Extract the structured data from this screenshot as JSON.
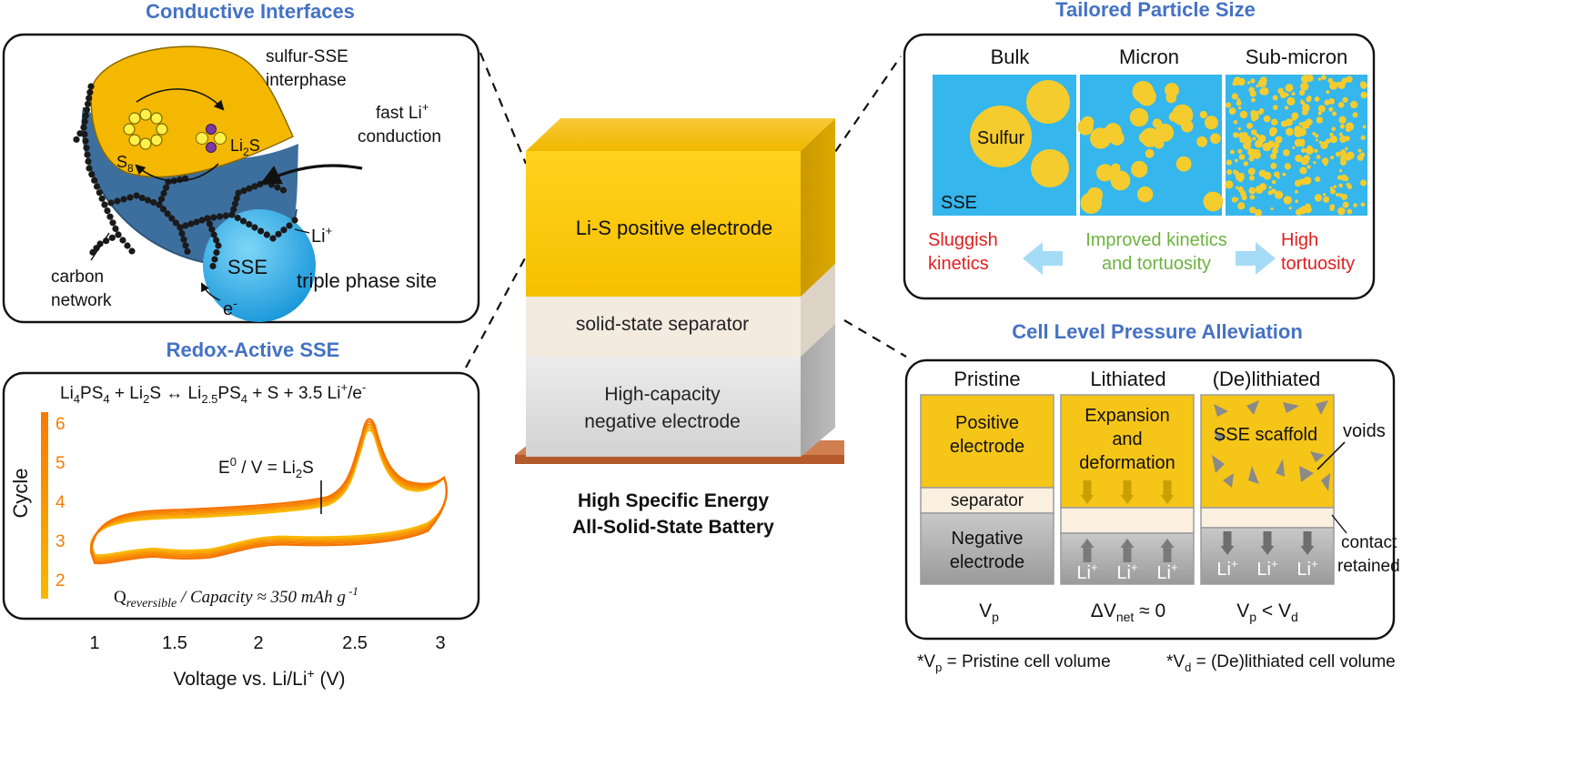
{
  "conductive": {
    "title": "Conductive Interfaces",
    "interphase_l1": "sulfur-SSE",
    "interphase_l2": "interphase",
    "fast_l1": "fast Li",
    "fast_sup": "+",
    "fast_l2": "conduction",
    "s8_main": "S",
    "s8_sub": "8",
    "li2s_a": "Li",
    "li2s_sub": "2",
    "li2s_b": "S",
    "liplus_main": "Li",
    "liplus_sup": "+",
    "sse": "SSE",
    "triple": "triple phase site",
    "carbon_l1": "carbon",
    "carbon_l2": "network",
    "electron_main": "e",
    "electron_sup": "-"
  },
  "redox": {
    "title": "Redox-Active SSE",
    "eq": {
      "a1": "Li",
      "a1s": "4",
      "a2": "PS",
      "a2s": "4",
      "b1": " + Li",
      "b1s": "2",
      "b2": "S ↔ Li",
      "b2s": "2.5",
      "c1": "PS",
      "c1s": "4",
      "c2": " + S + 3.5 Li",
      "c2sup": "+",
      "c3": "/e",
      "c3sup": "-"
    },
    "e0_a": "E",
    "e0_sup": "0",
    "e0_b": " / V =  Li",
    "e0_sub": "2",
    "e0_c": "S",
    "q_main": "Q",
    "q_sub": "reversible",
    "q_rest": " / Capacity ≈ 350 mAh g",
    "q_sup": " -1",
    "cycle_label": "Cycle",
    "cycle_ticks": [
      "6",
      "5",
      "4",
      "3",
      "2"
    ],
    "x_ticks": [
      "1",
      "1.5",
      "2",
      "2.5",
      "3"
    ],
    "xlabel_main": "Voltage vs. Li/Li",
    "xlabel_sup": "+",
    "xlabel_tail": " (V)"
  },
  "battery": {
    "positive": "Li-S positive electrode",
    "separator": "solid-state separator",
    "negative_l1": "High-capacity",
    "negative_l2": "negative electrode",
    "caption_l1": "High Specific Energy",
    "caption_l2": "All-Solid-State Battery"
  },
  "particle": {
    "title": "Tailored Particle Size",
    "cols": [
      "Bulk",
      "Micron",
      "Sub-micron"
    ],
    "sulfur": "Sulfur",
    "sse": "SSE",
    "sluggish_l1": "Sluggish",
    "sluggish_l2": "kinetics",
    "improved_l1": "Improved kinetics",
    "improved_l2": "and tortuosity",
    "high_l1": "High",
    "high_l2": "tortuosity"
  },
  "pressure": {
    "title": "Cell Level Pressure Alleviation",
    "cols": [
      "Pristine",
      "Lithiated",
      "(De)lithiated"
    ],
    "pos_l1": "Positive",
    "pos_l2": "electrode",
    "sep": "separator",
    "neg_l1": "Negative",
    "neg_l2": "electrode",
    "exp_l1": "Expansion",
    "exp_l2": "and",
    "exp_l3": "deformation",
    "scaffold": "SSE scaffold",
    "voids": "voids",
    "contact_l1": "contact",
    "contact_l2": "retained",
    "li_main": "Li",
    "li_sup": "+",
    "vp_main": "V",
    "vp_sub": "p",
    "dv_main": "ΔV",
    "dv_sub": "net",
    "dv_rest": " ≈ 0",
    "ineq_a": "V",
    "ineq_as": "p",
    "ineq_b": " < V",
    "ineq_bs": "d",
    "fn1_a": "*V",
    "fn1_sub": "p",
    "fn1_b": " = Pristine cell volume",
    "fn2_a": "*V",
    "fn2_sub": "d",
    "fn2_b": " = (De)lithiated cell volume"
  },
  "colors": {
    "title_blue": "#4472c4",
    "yellow": "#f5c518",
    "sse_blue": "#35b6ec",
    "red": "#e0201f",
    "green": "#6db33f",
    "orange": "#f57c00"
  }
}
